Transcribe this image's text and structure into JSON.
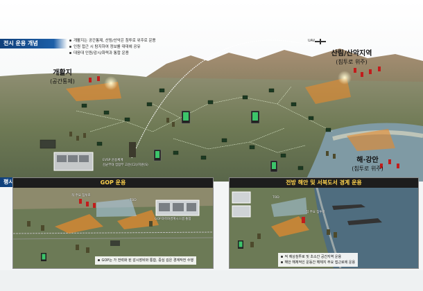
{
  "wartime": {
    "header": "전시 운용 개념",
    "bullets": [
      "개활지는 공간통제, 산림/산악은 침투로 위주로 운용",
      "인원 접근 시 탐지하여 정보를 대대에 공유",
      "대응대 인원/감시/화력과 통합 운용"
    ],
    "zones": {
      "open": {
        "title": "개활지",
        "sub": "(공간통제)"
      },
      "mountain": {
        "title": "산림/산악지역",
        "sub": "(침투로 위주)"
      },
      "coast": {
        "title": "해·강안",
        "sub": "(침투로 위주)"
      }
    },
    "uav_label": "UAV",
    "command_label_1": "EVSP 운용체계",
    "command_label_2": "감균부대 집합부 고운(C2)/지원(S)"
  },
  "peacetime": {
    "header": "평시 운용 개념",
    "gop": {
      "title": "GOP 운용",
      "infiltrator_label": "적 주요 침투로",
      "tod_label": "TOD",
      "control_label": "GOP과학화경계시스템 통합",
      "note": "GOP는 가 전력화 된 감시장비와 통합, 중심 깊은 경계작전 수행"
    },
    "coast": {
      "title": "전방 해안 및 서북도서 경계 운용",
      "infiltrator_label": "적 주요 침투로",
      "tod_label": "TOD",
      "notes": [
        "적 예상침투로 및 초소간 공간지역 운용",
        "해안 해체적인 운동간 해체지 주요 접근로에 운용"
      ]
    }
  }
}
